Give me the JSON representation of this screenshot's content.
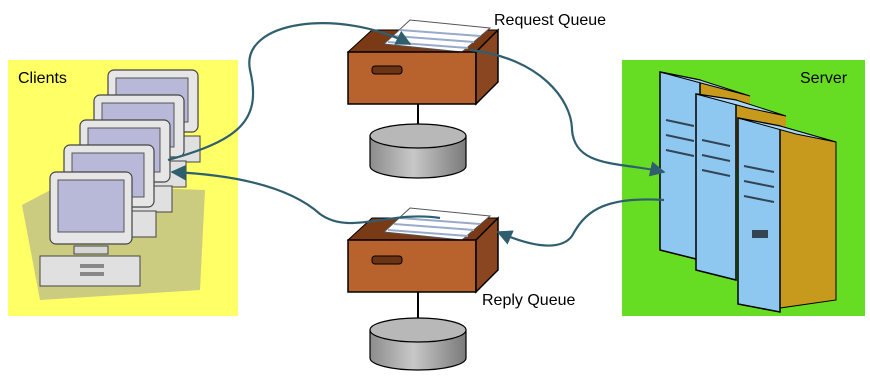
{
  "diagram": {
    "clients_label": "Clients",
    "server_label": "Server",
    "request_queue_label": "Request Queue",
    "reply_queue_label": "Reply Queue"
  },
  "colors": {
    "clients_panel": "#ffff66",
    "server_panel": "#66dd22",
    "arrow": "#2f5f6f",
    "queue_box": "#b8622e",
    "database": "#a6a6a6",
    "server_tower": "#8ec8f0",
    "server_side": "#c79a1e",
    "monitor_screen": "#b8b8d8"
  },
  "icons": [
    "client-computer-icon",
    "server-tower-icon",
    "queue-tray-icon",
    "database-icon"
  ]
}
